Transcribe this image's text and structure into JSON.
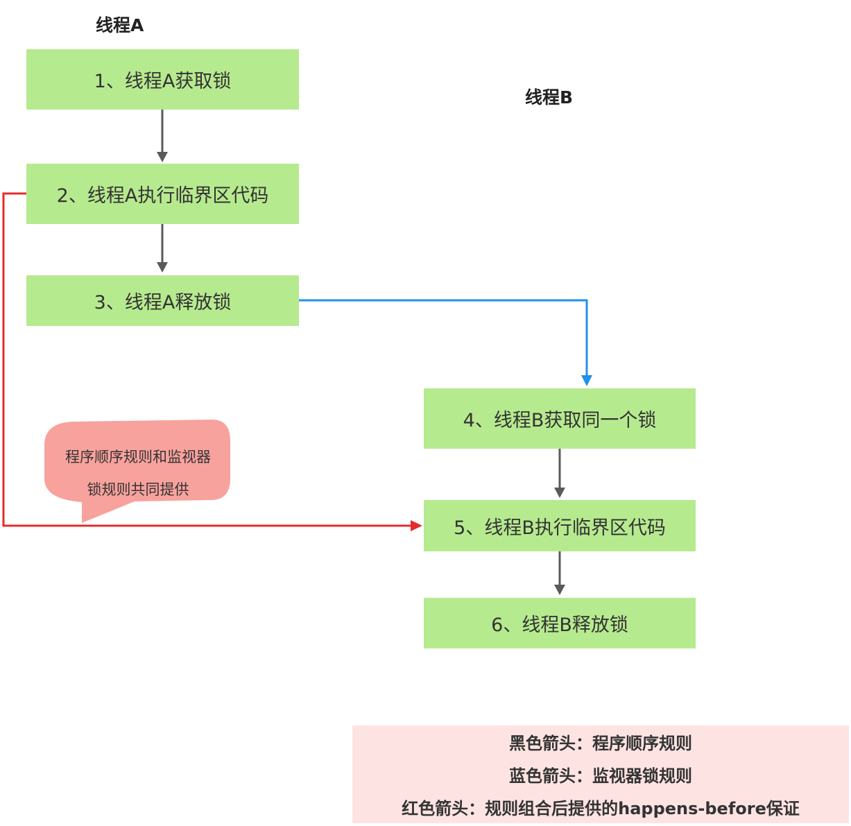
{
  "lanes": {
    "a_title": "线程A",
    "b_title": "线程B"
  },
  "steps": [
    "1、线程A获取锁",
    "2、线程A执行临界区代码",
    "3、线程A释放锁",
    "4、线程B获取同一个锁",
    "5、线程B执行临界区代码",
    "6、线程B释放锁"
  ],
  "callout": {
    "line1": "程序顺序规则和监视器",
    "line2": "锁规则共同提供"
  },
  "legend": {
    "black": "黑色箭头：程序顺序规则",
    "blue": "蓝色箭头：监视器锁规则",
    "red": "红色箭头：规则组合后提供的happens-before保证"
  },
  "colors": {
    "step_fill": "#b6ea8f",
    "black_arrow": "#5a5a5a",
    "blue_arrow": "#2190e8",
    "red_arrow": "#e52b2b",
    "callout_fill": "#f8a29d",
    "legend_fill": "#fde4e3"
  }
}
